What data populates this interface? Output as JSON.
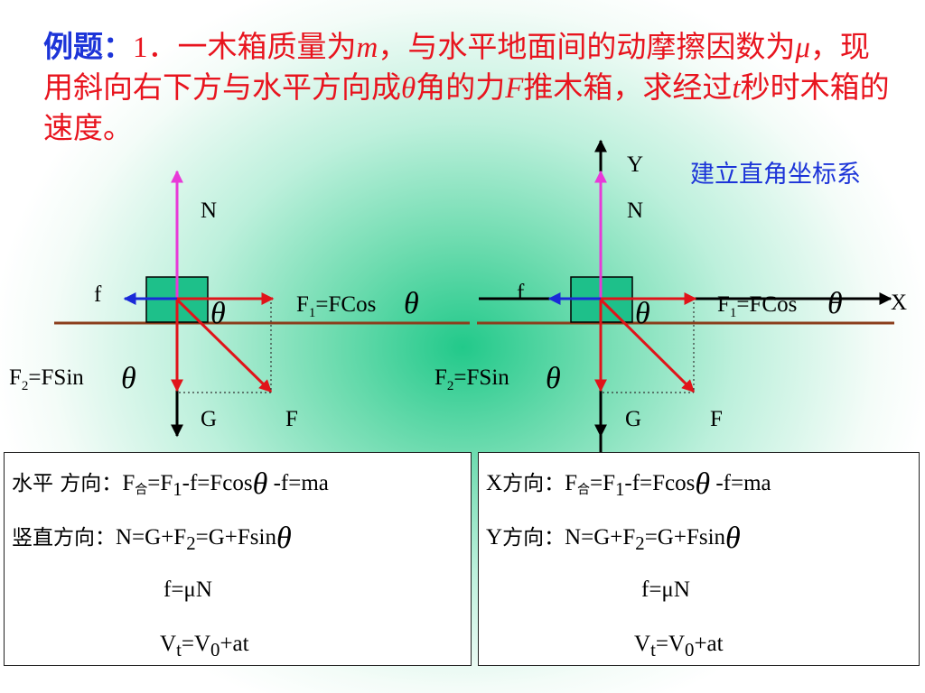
{
  "problem": {
    "label": "例题：",
    "number": "1",
    "dot": "．",
    "t1": "一木箱质量为",
    "m": "m",
    "t2": "，与水平地面间的动摩擦因数为",
    "mu": "μ",
    "t3": "，现用斜向右下方与水平方向成",
    "theta": "θ",
    "t4": "角的力",
    "F": "F",
    "t5": "推木箱，求经过",
    "t": "t",
    "t6": "秒时木箱的速度。"
  },
  "coord_title": "建立直角坐标系",
  "diagram": {
    "theta": "θ",
    "left": {
      "N": "N",
      "f": "f",
      "G": "G",
      "F": "F",
      "F1_pre": "F",
      "F1_sub": "1",
      "F1_post": "=FCos",
      "F2_pre": "F",
      "F2_sub": "2",
      "F2_post": "=FSin"
    },
    "right": {
      "Y": "Y",
      "X": "X",
      "N": "N",
      "f": "f",
      "G": "G",
      "F": "F",
      "F1_pre": "F",
      "F1_sub": "1",
      "F1_post": "=FCos",
      "F2_pre": "F",
      "F2_sub": "2",
      "F2_post": "=FSin"
    },
    "colors": {
      "up": "#e83ad8",
      "red": "#e0141a",
      "blue": "#1a2ad8",
      "ground": "#8b3e1c",
      "box": "#1ec08a"
    }
  },
  "box_left": {
    "l1_cn": "水平 方向：",
    "l1_a": "F",
    "l1_sub": "合",
    "l1_b": "=F",
    "l1_sub2": "1",
    "l1_c": "-f=Fcos",
    "l1_d": " -f=ma",
    "l2_cn": "竖直方向：",
    "l2_a": "N=G+F",
    "l2_sub": "2",
    "l2_b": "=G+Fsin",
    "l3": "f=μN",
    "l4_a": "V",
    "l4_sub": "t",
    "l4_b": "=V",
    "l4_sub2": "0",
    "l4_c": "+at"
  },
  "box_right": {
    "l1_x": "X",
    "l1_cn": "方向：",
    "l1_a": "F",
    "l1_sub": "合",
    "l1_b": "=F",
    "l1_sub2": "1",
    "l1_c": "-f=Fcos",
    "l1_d": " -f=ma",
    "l2_y": "Y",
    "l2_cn": "方向：",
    "l2_a": "N=G+F",
    "l2_sub": "2",
    "l2_b": "=G+Fsin",
    "l3": "f=μN",
    "l4_a": "V",
    "l4_sub": "t",
    "l4_b": "=V",
    "l4_sub2": "0",
    "l4_c": "+at"
  },
  "theta_symbol": "θ"
}
